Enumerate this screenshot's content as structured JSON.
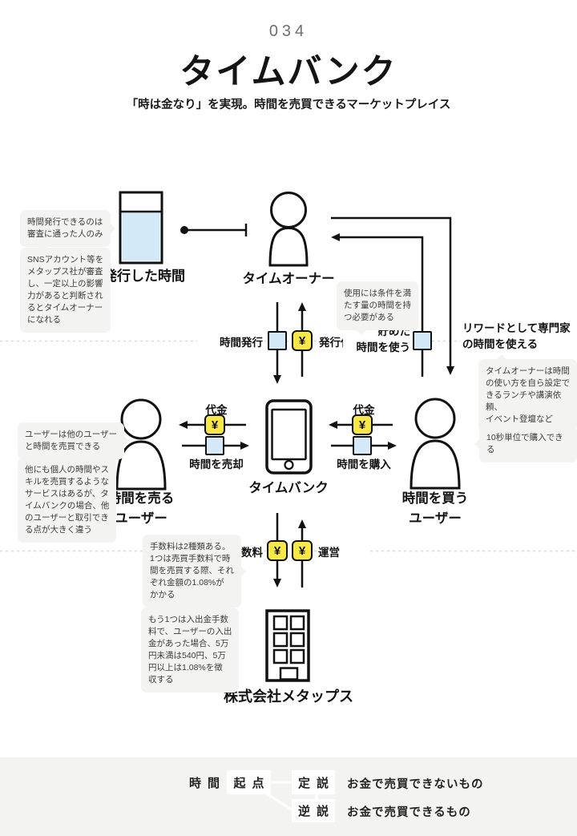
{
  "header": {
    "number": "034",
    "title": "タイムバンク",
    "subtitle": "「時は金なり」を実現。時間を売買できるマーケットプレイス"
  },
  "diagram": {
    "nodes": {
      "issued_time": {
        "label": "発行した時間"
      },
      "time_owner": {
        "label": "タイムオーナー"
      },
      "time_seller": {
        "label": "時間を売る\nユーザー"
      },
      "time_bank": {
        "label": "タイムバンク"
      },
      "time_buyer": {
        "label": "時間を買う\nユーザー"
      },
      "metaps": {
        "label": "株式会社メタップス"
      }
    },
    "flows": {
      "issue_time": "時間発行",
      "issue_payment": "発行代金",
      "use_saved_time": "貯めた\n時間を使う",
      "reward": "リワードとして専門家\nの時間を使える",
      "payment_sell": "代金",
      "sell_time": "時間を売却",
      "payment_buy": "代金",
      "buy_time": "時間を購入",
      "fee": "手数料",
      "operation": "運営"
    },
    "symbols": {
      "yen": "¥"
    },
    "annotations": {
      "audit_only": "時間発行できるのは\n審査に通った人のみ",
      "sns_review": "SNSアカウント等を\nメタップス社が審査\nし、一定以上の影響\n力があると判断され\nるとタイムオーナー\nになれる",
      "usage_condition": "使用には条件を満\nたす量の時間を持\nつ必要がある",
      "owner_usage": "タイムオーナーは時間\nの使い方を自ら設定で\nきるランチや講演依頼、\nイベント登壇など",
      "user_trade": "ユーザーは他のユーザー\nと時間を売買できる",
      "difference": "他にも個人の時間やス\nキルを売買するような\nサービスはあるが、タ\nイムバンクの場合、他\nのユーザーと取引でき\nる点が大きく違う",
      "unit_10sec": "10秒単位で購入できる",
      "fee_types": "手数料は2種類ある。\n1つは売買手数料で時\n間を売買する際、それ\nぞれ金額の1.08%が\nかかる",
      "withdraw_fee": "もう1つは入出金手数\n料で、ユーザーの入出\n金があった場合、5万\n円未満は540円、5万\n円以上は1.08%を徴\n収する"
    }
  },
  "formula": {
    "keyword": "時間",
    "origin": "起点",
    "thesis_label": "定説",
    "thesis": "お金で売買できないもの",
    "antithesis_label": "逆説",
    "antithesis": "お金で売買できるもの"
  },
  "colors": {
    "yen_yellow": "#f7e847",
    "time_blue": "#d4e9f7",
    "bubble_gray": "#f3f3f1",
    "footer_gray": "#f3f3f1",
    "ink": "#111111",
    "dashed_divider": "#d9d9d9"
  }
}
